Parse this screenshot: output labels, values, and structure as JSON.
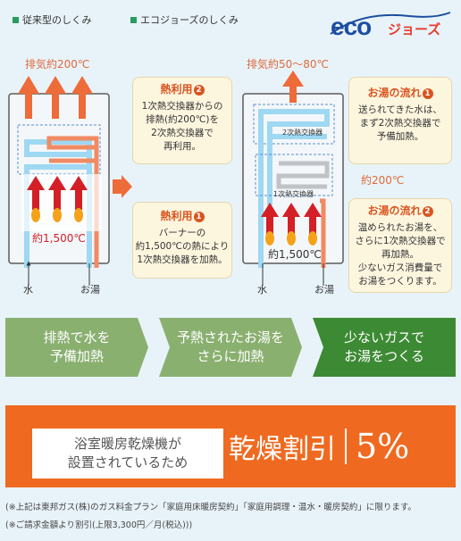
{
  "header": {
    "left_label": "従来型のしくみ",
    "right_label": "エコジョーズのしくみ",
    "logo_text": "eco",
    "logo_suffix": "ジョーズ"
  },
  "conventional": {
    "exhaust": "排気約200℃",
    "burner_temp": "約1,500℃",
    "water": "水",
    "hot_water": "お湯"
  },
  "eco": {
    "exhaust": "排気約50～80℃",
    "secondary_hx": "2次熱交換器",
    "primary_hx": "1次熱交換器",
    "mid_temp": "約200℃",
    "burner_temp": "約1,500℃",
    "water": "水",
    "hot_water": "お湯"
  },
  "callouts": {
    "heat2": {
      "title": "熱利用",
      "num": "2",
      "lines": [
        "1次熱交換器からの",
        "排熱(約200℃)を",
        "2次熱交換器で",
        "再利用。"
      ]
    },
    "heat1": {
      "title": "熱利用",
      "num": "1",
      "lines": [
        "バーナーの",
        "約1,500℃の熱により",
        "1次熱交換器を加熱。"
      ]
    },
    "flow1": {
      "title": "お湯の流れ",
      "num": "1",
      "lines": [
        "送られてきた水は、",
        "まず2次熱交換器で",
        "予備加熱。"
      ]
    },
    "flow2": {
      "title": "お湯の流れ",
      "num": "2",
      "lines": [
        "温められたお湯を、",
        "さらに1次熱交換器で",
        "再加熱。",
        "少ないガス消費量で",
        "お湯をつくります。"
      ]
    }
  },
  "steps": [
    {
      "line1": "排熱で水を",
      "line2": "予備加熱"
    },
    {
      "line1": "予熱されたお湯を",
      "line2": "さらに加熱"
    },
    {
      "line1": "少ないガスで",
      "line2": "お湯をつくる"
    }
  ],
  "banner": {
    "box_line1": "浴室暖房乾燥機が",
    "box_line2": "設置されているため",
    "discount_label": "乾燥割引",
    "discount_value": "5%"
  },
  "notes": [
    "(※上記は東邦ガス(株)のガス料金プラン「家庭用床暖房契約」「家庭用調理・温水・暖房契約」に限ります。",
    "(※ご請求金額より割引(上限3,300円／月(税込)))"
  ],
  "colors": {
    "accent_orange": "#ef6a20",
    "step_green_light": "#8ab070",
    "step_green_dark": "#3d8a34",
    "logo_blue": "#1c4ea0",
    "logo_red": "#e63b2c"
  }
}
